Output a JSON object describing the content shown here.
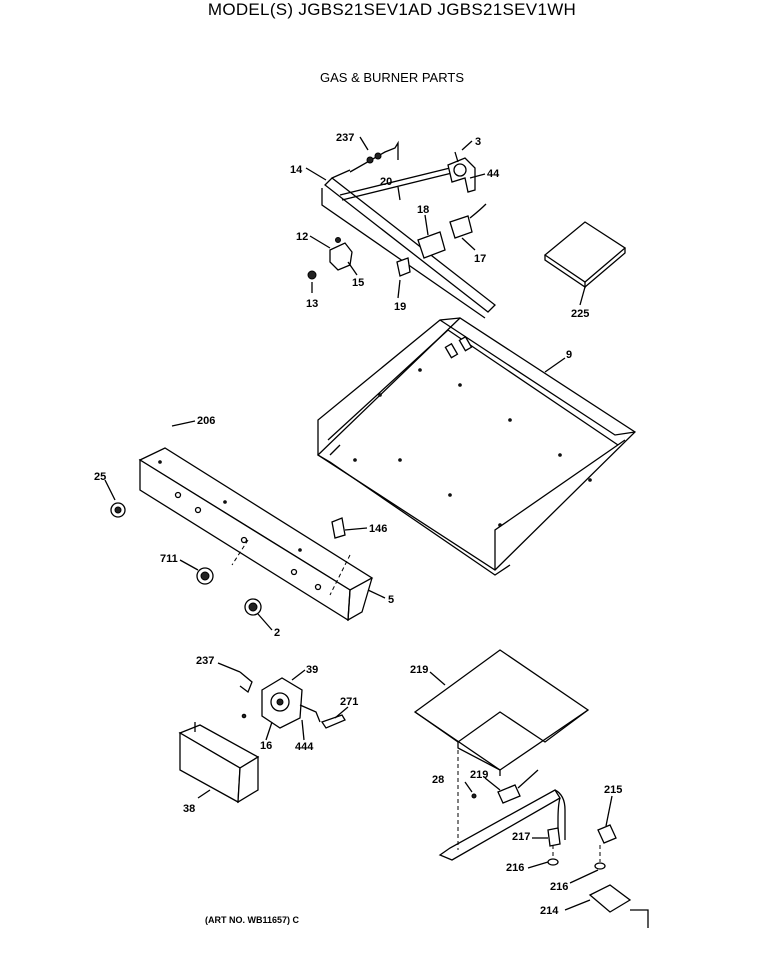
{
  "header": {
    "model_title": "MODEL(S) JGBS21SEV1AD  JGBS21SEV1WH",
    "section_title": "GAS & BURNER PARTS"
  },
  "footer": {
    "art_no": "(ART NO. WB11657) C"
  },
  "parts": {
    "p237a": "237",
    "p3": "3",
    "p14": "14",
    "p20": "20",
    "p44": "44",
    "p18": "18",
    "p12": "12",
    "p17": "17",
    "p15": "15",
    "p13": "13",
    "p19": "19",
    "p225": "225",
    "p9": "9",
    "p206": "206",
    "p25": "25",
    "p146": "146",
    "p711": "711",
    "p5": "5",
    "p2": "2",
    "p237b": "237",
    "p39": "39",
    "p271": "271",
    "p16": "16",
    "p444": "444",
    "p38": "38",
    "p219a": "219",
    "p28": "28",
    "p219b": "219",
    "p215": "215",
    "p217": "217",
    "p216a": "216",
    "p216b": "216",
    "p214": "214"
  }
}
